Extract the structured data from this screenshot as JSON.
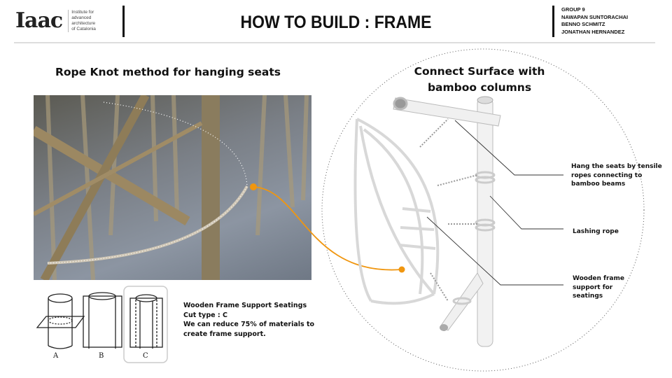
{
  "header": {
    "logo": {
      "mark": "Iaac",
      "text_lines": [
        "Institute for",
        "advanced",
        "architecture",
        "of Catalonia"
      ]
    },
    "title": "HOW TO BUILD : FRAME",
    "group": [
      "GROUP 9",
      "NAWAPAN SUNTORACHAI",
      "BENNO SCHMITZ",
      "JONATHAN HERNANDEZ"
    ]
  },
  "left": {
    "heading": "Rope Knot method for hanging seats",
    "diagram_labels": [
      "A",
      "B",
      "C"
    ],
    "cut_text": [
      "Wooden Frame Support Seatings",
      "Cut type : C",
      "We can reduce 75% of materials to",
      "create frame support."
    ]
  },
  "right": {
    "heading": [
      "Connect Surface with",
      "bamboo columns"
    ],
    "callouts": [
      {
        "lines": [
          "Hang the seats by tensile",
          "ropes connecting to",
          "bamboo beams"
        ]
      },
      {
        "lines": [
          "Lashing rope"
        ]
      },
      {
        "lines": [
          "Wooden frame",
          "support for",
          "seatings"
        ]
      }
    ]
  },
  "colors": {
    "accent": "#f0960f",
    "text": "#111111",
    "divider": "#dddddd"
  }
}
